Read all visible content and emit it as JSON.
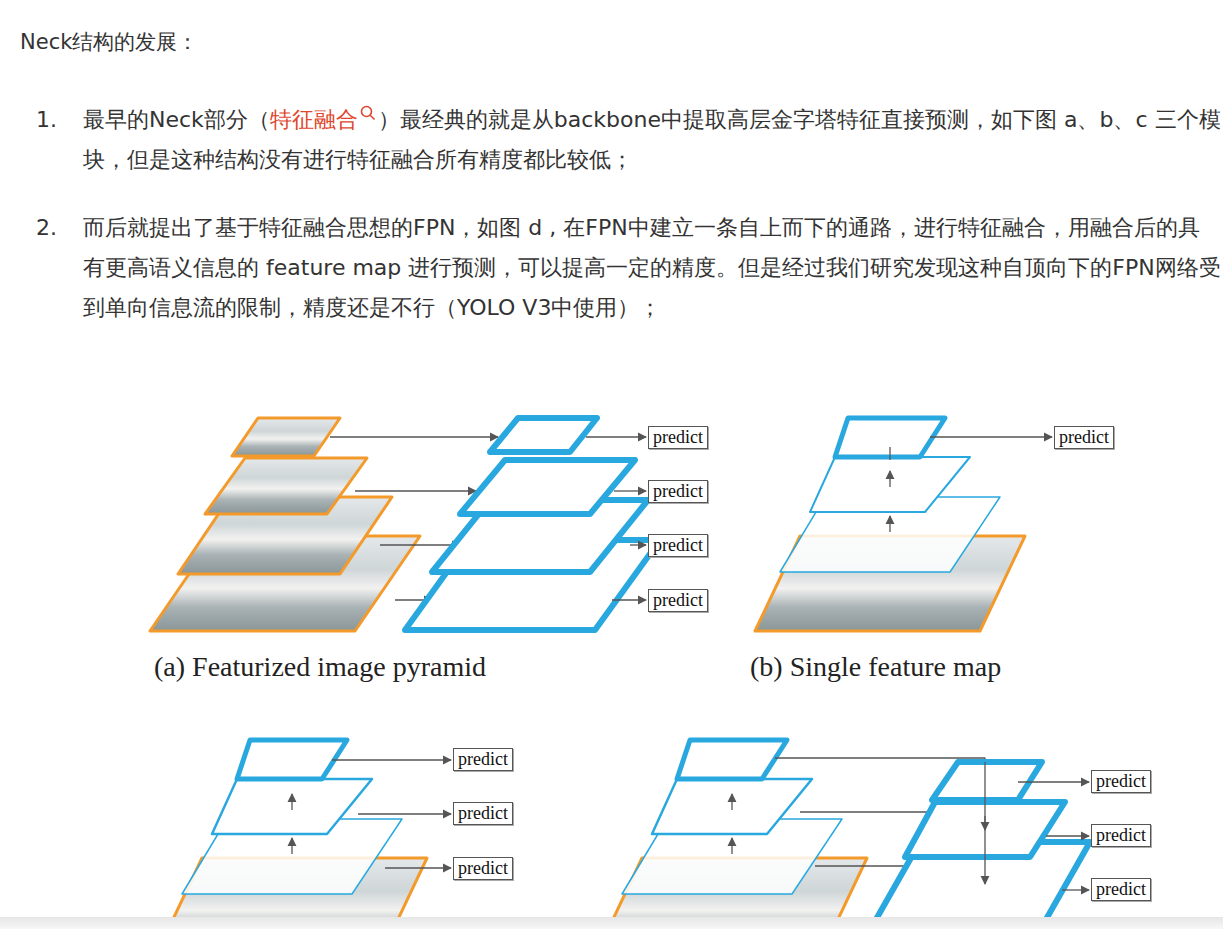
{
  "diagram": {
    "title": "Neck结构的发展：",
    "nodes": [
      {
        "text": [
          "predict"
        ]
      },
      {
        "text": [
          "predict"
        ]
      },
      {
        "text": [
          "predict"
        ]
      },
      {
        "text": [
          "predict"
        ]
      },
      {
        "text": [
          "predict"
        ]
      },
      {
        "text": [
          "predict"
        ]
      },
      {
        "text": [
          "predict"
        ]
      },
      {
        "text": [
          "predict"
        ]
      },
      {
        "text": [
          "predict"
        ]
      },
      {
        "text": [
          "predict"
        ]
      },
      {
        "text": [
          "predict"
        ]
      }
    ],
    "labels": [
      "1.",
      "最早的Neck部分（",
      "特征融合",
      "）最经典的就是从backbone中提取高层金字塔特征直接预测，如下图 a、b、c 三个模块，但是这种结构没有进行特征融合所有精度都比较低；",
      "2.",
      "而后就提出了基于特征融合思想的FPN，如图 d , 在FPN中建立一条自上而下的通路，进行特征融合，用融合后的具有更高语义信息的 feature map 进行预测，可以提高一定的精度。但是经过我们研究发现这种自顶向下的FPN网络受到单向信息流的限制，精度还是不行（YOLO V3中使用）；",
      "(a) Featurized image pyramid",
      "(b) Single feature map"
    ]
  }
}
